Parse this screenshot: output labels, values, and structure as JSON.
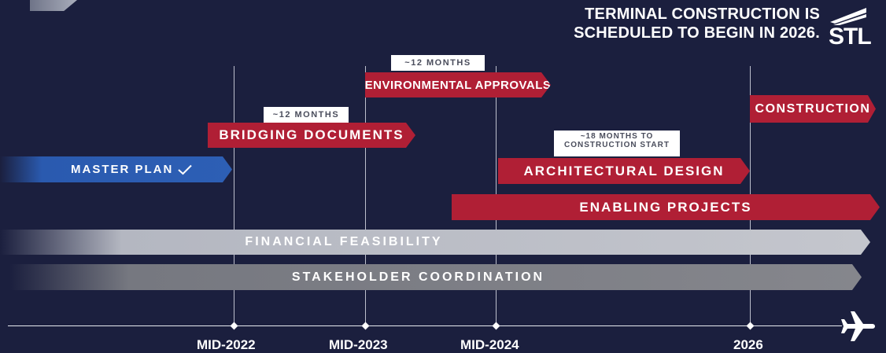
{
  "header": {
    "line1": "TERMINAL CONSTRUCTION IS",
    "line2": "SCHEDULED TO BEGIN IN 2026.",
    "logo_text": "STL"
  },
  "timeline": {
    "milestones": [
      "MID-2022",
      "MID-2023",
      "MID-2024",
      "2026"
    ]
  },
  "phases": {
    "environmental": {
      "label": "ENVIRONMENTAL APPROVALS",
      "duration": "~12 MONTHS"
    },
    "bridging": {
      "label": "BRIDGING DOCUMENTS",
      "duration": "~12 MONTHS"
    },
    "construction": {
      "label": "CONSTRUCTION"
    },
    "master_plan": {
      "label": "MASTER PLAN"
    },
    "architectural": {
      "label": "ARCHITECTURAL DESIGN",
      "duration_line1": "~18 MONTHS TO",
      "duration_line2": "CONSTRUCTION START"
    },
    "enabling": {
      "label": "ENABLING PROJECTS"
    },
    "financial": {
      "label": "FINANCIAL FEASIBILITY"
    },
    "stakeholder": {
      "label": "STAKEHOLDER COORDINATION"
    }
  },
  "colors": {
    "background": "#1b1f3e",
    "red": "#b01f35",
    "blue": "#2d5fb5",
    "light_gray": "#c4c6cd",
    "dark_gray": "#85868c"
  },
  "icons": {
    "check": "check-icon",
    "plane": "airplane-icon",
    "logo": "stl-logo"
  }
}
